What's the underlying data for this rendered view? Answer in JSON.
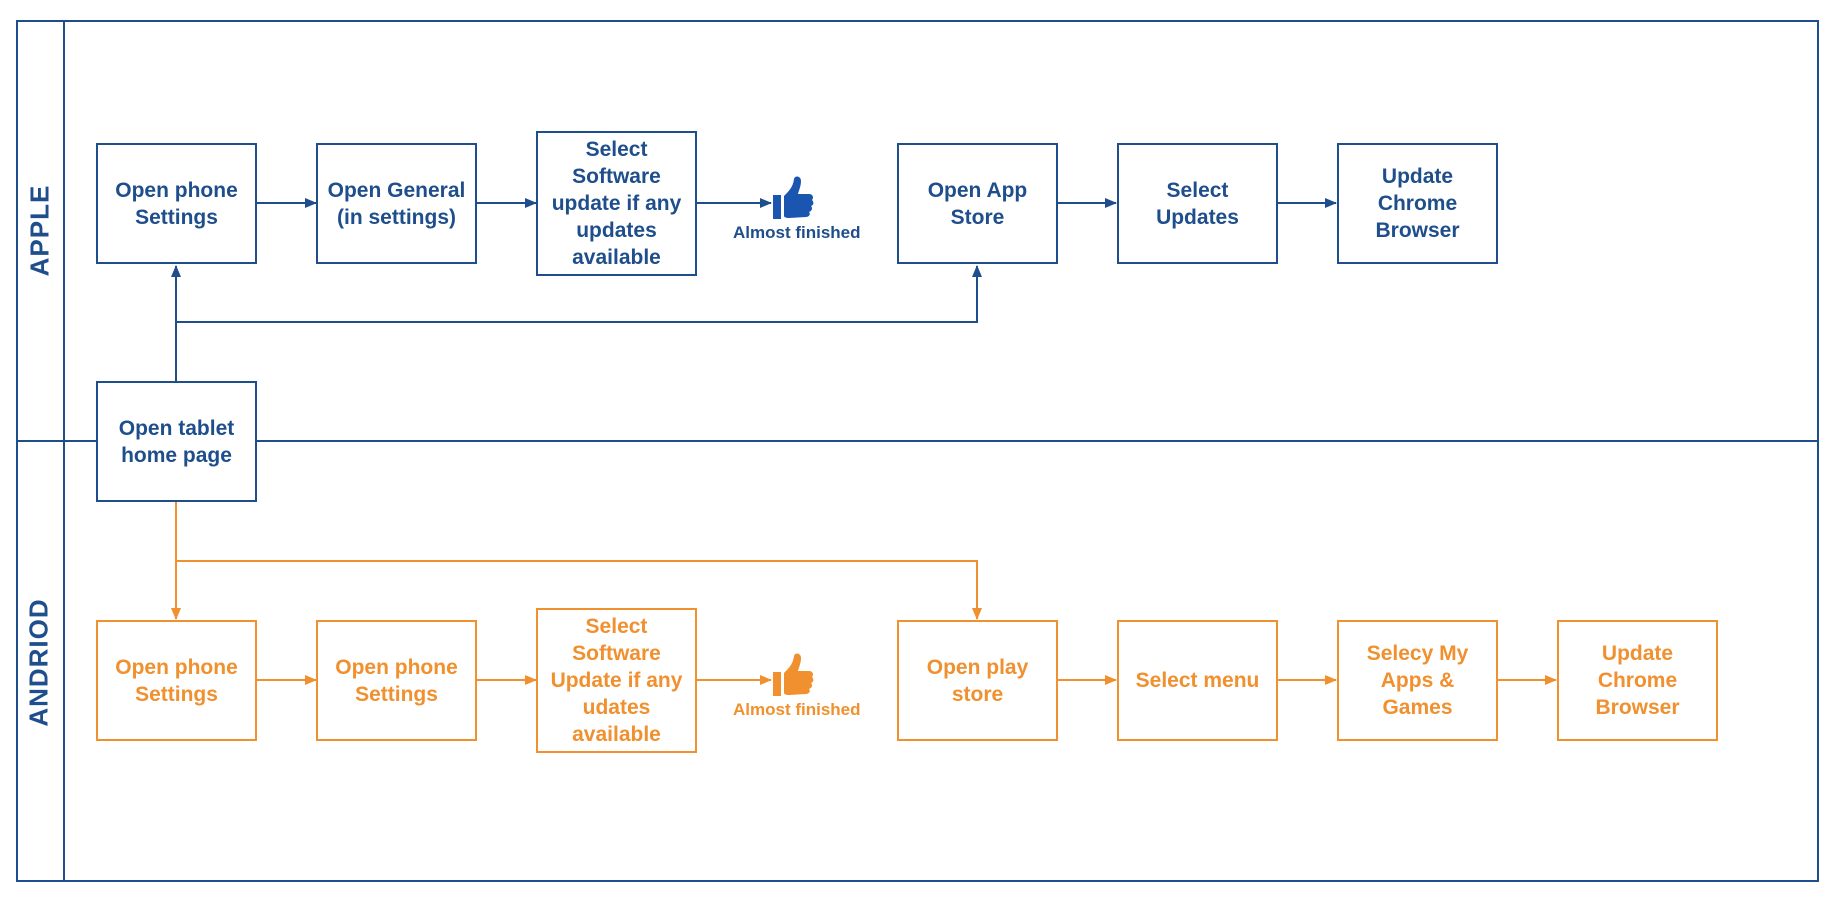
{
  "lanes": {
    "apple": {
      "title": "APPLE"
    },
    "android": {
      "title": "ANDRIOD"
    }
  },
  "colors": {
    "apple": "#1f4e8c",
    "android": "#f0902e",
    "thumb_apple": "#1a56b0",
    "thumb_android": "#f0902e"
  },
  "start": {
    "label": "Open tablet\nhome page"
  },
  "apple_steps": [
    {
      "label": "Open phone\nSettings"
    },
    {
      "label": "Open General\n(in settings)"
    },
    {
      "label": "Select\nSoftware\nupdate if any\nupdates\navailable"
    },
    {
      "label": "Open App\nStore"
    },
    {
      "label": "Select\nUpdates"
    },
    {
      "label": "Update\nChrome\nBrowser"
    }
  ],
  "android_steps": [
    {
      "label": "Open phone\nSettings"
    },
    {
      "label": "Open phone\nSettings"
    },
    {
      "label": "Select\nSoftware\nUpdate if any\nudates\navailable"
    },
    {
      "label": "Open play\nstore"
    },
    {
      "label": "Select menu"
    },
    {
      "label": "Selecy My\nApps & Games"
    },
    {
      "label": "Update\nChrome\nBrowser"
    }
  ],
  "milestones": {
    "apple": {
      "label": "Almost finished",
      "icon": "thumbs-up-icon"
    },
    "android": {
      "label": "Almost finished",
      "icon": "thumbs-up-icon"
    }
  }
}
